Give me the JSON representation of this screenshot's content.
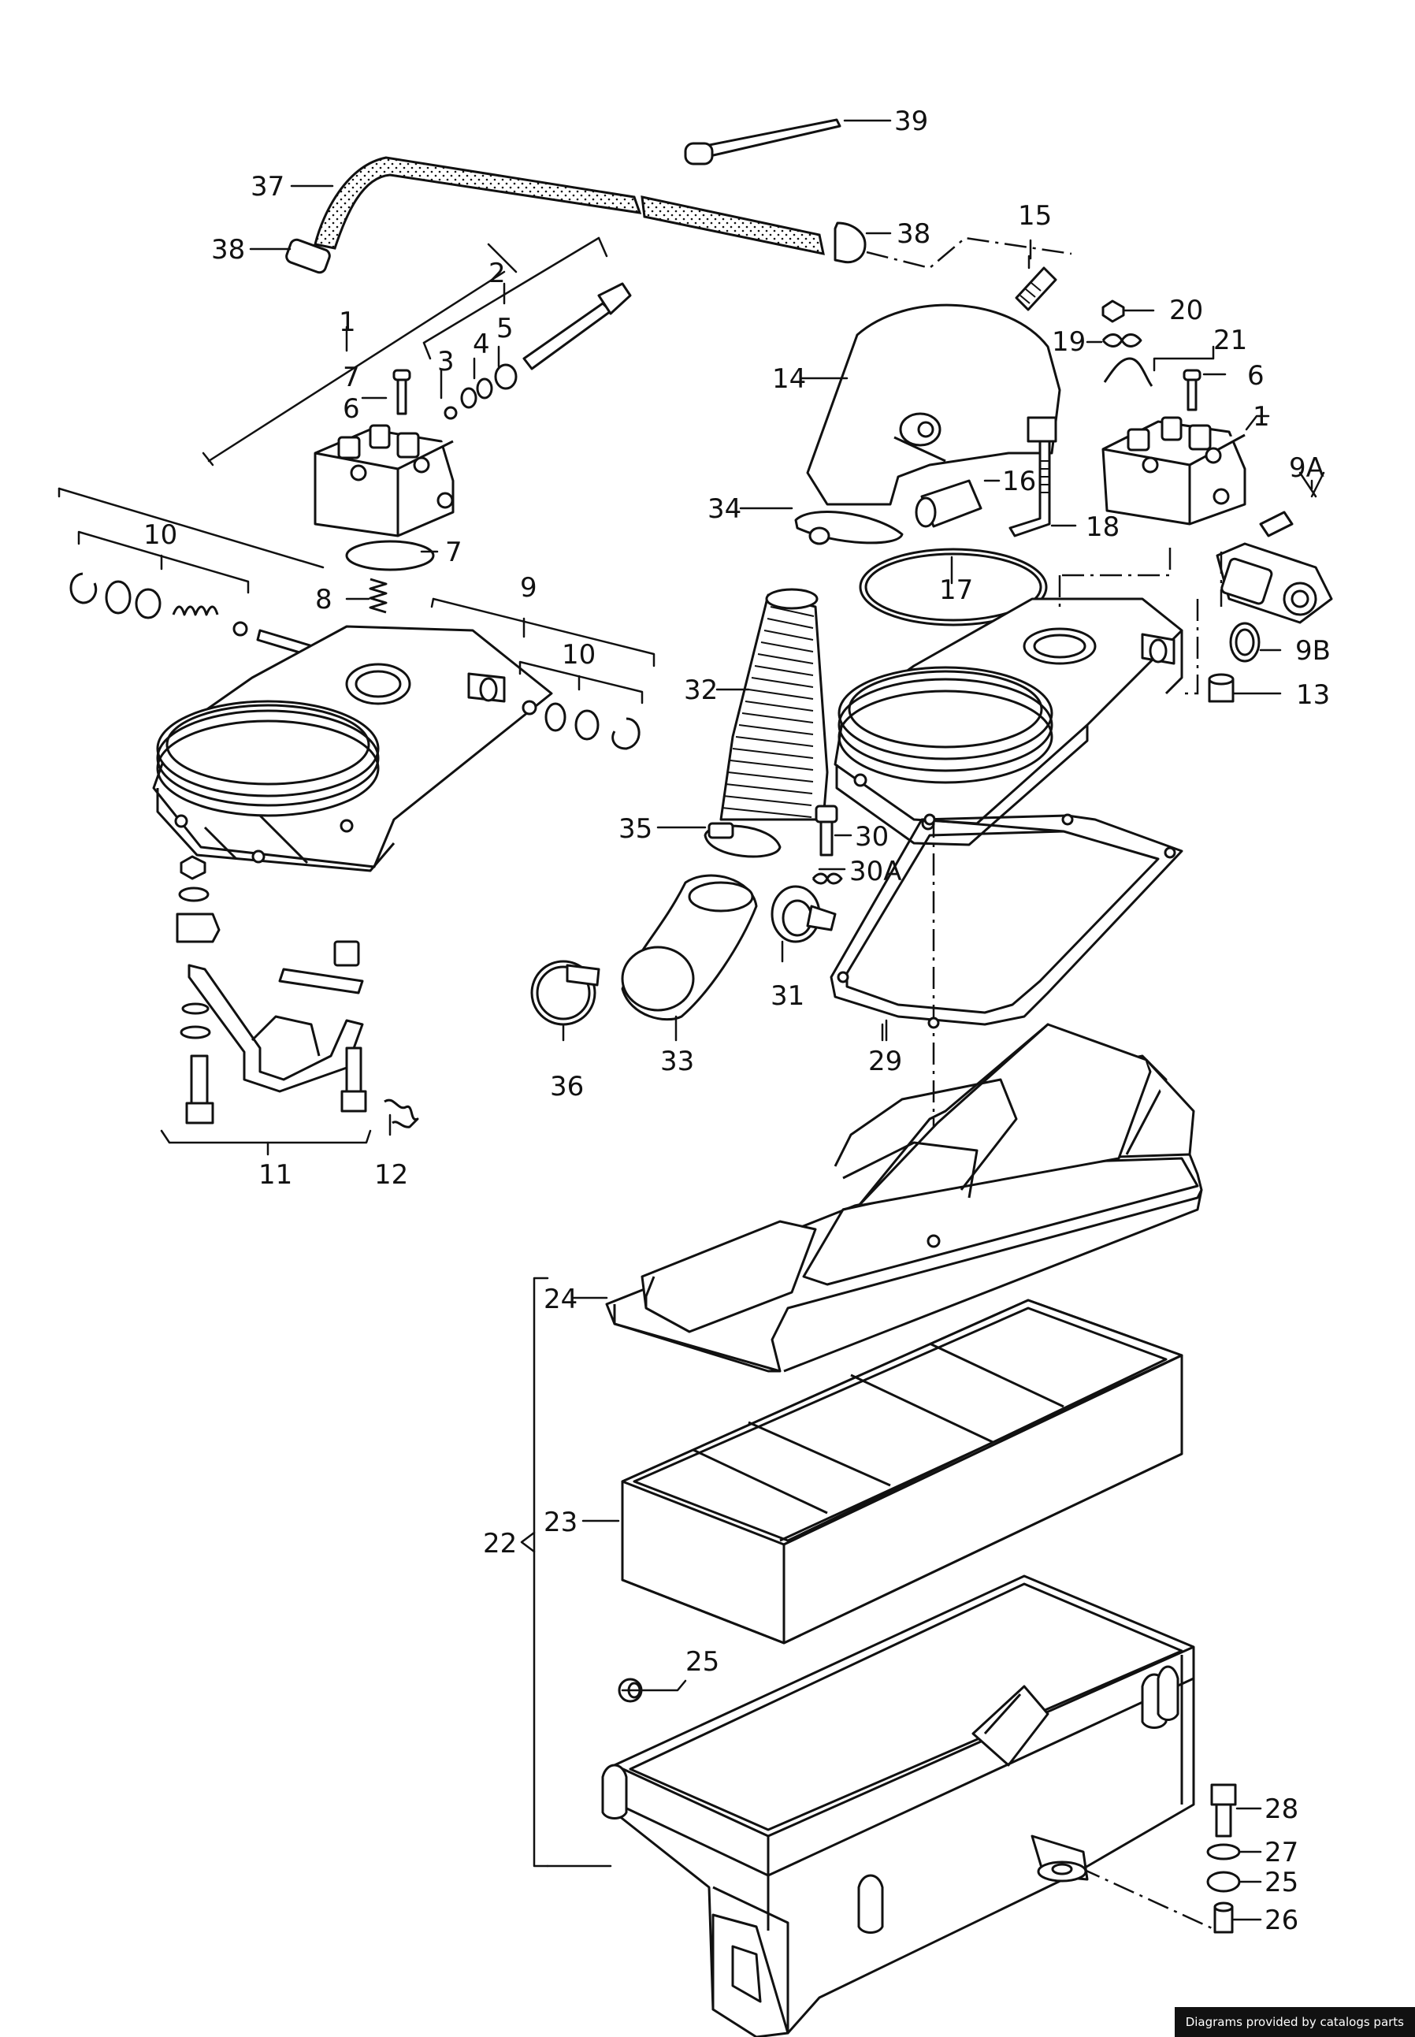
{
  "credit": "Diagrams provided by catalogs parts",
  "labels": {
    "l1a": "1",
    "l1b": "1",
    "l2": "2",
    "l3": "3",
    "l4": "4",
    "l5": "5",
    "l6a": "6",
    "l6b": "6",
    "l7a": "7",
    "l7b": "7",
    "l8": "8",
    "l9": "9",
    "l9A": "9A",
    "l9B": "9B",
    "l10a": "10",
    "l10b": "10",
    "l11": "11",
    "l12": "12",
    "l13": "13",
    "l14": "14",
    "l15": "15",
    "l16": "16",
    "l17": "17",
    "l18": "18",
    "l19": "19",
    "l20": "20",
    "l21": "21",
    "l22": "22",
    "l23": "23",
    "l24": "24",
    "l25a": "25",
    "l25b": "25",
    "l26": "26",
    "l27": "27",
    "l28": "28",
    "l29": "29",
    "l30": "30",
    "l30A": "30A",
    "l31": "31",
    "l32": "32",
    "l33": "33",
    "l34": "34",
    "l35": "35",
    "l36": "36",
    "l37": "37",
    "l38a": "38",
    "l38b": "38",
    "l39": "39"
  }
}
